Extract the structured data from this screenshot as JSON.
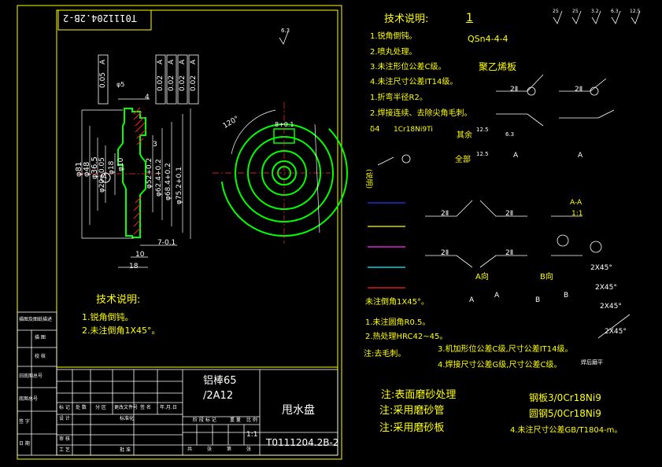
{
  "drawing": {
    "border_code": "T0111204.2B-2",
    "part_name": "甩水盘",
    "material_line1": "铝棒65",
    "material_line2": "/2A12",
    "drawing_number": "T0111204.2B-2",
    "scale": "1:1",
    "surface_symbol": "6.3"
  },
  "main_notes": {
    "title": "技术说明:",
    "items": [
      "1.锐角倒钝。",
      "2.未注倒角1X45°。"
    ]
  },
  "dimensions": {
    "phi81": "φ81",
    "phi48": "φ48",
    "phi36_5": "φ36.5",
    "phi20": "φ20+0.05",
    "phi18": "φ18",
    "phi10": "φ10",
    "phi52": "φ52+0.2",
    "phi62": "φ62.4+0.2",
    "phi68": "φ68.4+0.2",
    "phi75": "φ75.2+0.1",
    "d4": "4",
    "d7": "7-0.1",
    "d10": "10",
    "d18": "18",
    "d3": "3",
    "d8": "8+0.1",
    "angle": "120°",
    "gdt_flat": "0.05",
    "gdt_datum": "A",
    "gdt_tol": "0.02",
    "datum_circle": "A",
    "phi5": "φ5"
  },
  "title_block": {
    "left_labels": [
      "描图及图纸描述",
      "描 图",
      "校 核",
      "旧底图总号",
      "底图总号",
      "签 字",
      "日 期"
    ],
    "rev_labels": [
      "标 记",
      "处 数",
      "分 区",
      "更改文件号",
      "签 名",
      "年.月.日"
    ],
    "sign_labels": [
      "设 计",
      "审 核",
      "工 艺",
      "标准化",
      "批 准"
    ],
    "stage_labels": [
      "阶 段 标 记",
      "重 量",
      "比 例"
    ],
    "sheet_labels": [
      "共",
      "张",
      "第",
      "张"
    ]
  },
  "legend": {
    "title": "技术说明:",
    "title_num": "1",
    "items": [
      "1.锐角倒钝。",
      "2.喷丸处理。",
      "3.未注形位公差C级。",
      "4.未注尺寸公差IT14级。",
      "1.折弯半径R2。",
      "2.焊接连续、去除尖角毛刺。"
    ],
    "material": "QSn4-4-4",
    "plate": "聚乙烯板",
    "delta": "δ4",
    "steel": "1Cr18Ni9Ti",
    "rest": "其余",
    "all": "全部",
    "r125": "12.5",
    "r63": "6.3",
    "side_label": "(说明)",
    "chamfer_note": "未注倒角1X45°。",
    "notes2": [
      "1.未注圆角R0.5。",
      "2.热处理HRC42~45。"
    ],
    "deburr": "注:去毛刺。",
    "notes3": [
      "3.机加形位公差C级,尺寸公差IT14级。",
      "4.焊接尺寸公差G级,尺寸公差C级。"
    ],
    "view_a": "A向",
    "view_b": "B向",
    "section": "A-A",
    "section_scale": "1:1",
    "ch1": "2X45°",
    "ch2": "2X45°",
    "ch3": "2X45°",
    "ch4": "2X45°",
    "weld_label": "焊后磨平",
    "a": "A",
    "b": "B",
    "ii": "2Ⅱ",
    "r_vals": [
      "25",
      "25",
      "3.2",
      "6.3",
      "12.5"
    ]
  },
  "bottom_notes": {
    "n1": "注:表面磨砂处理",
    "n2": "注:采用磨砂管",
    "n3": "注:采用磨砂板",
    "steel_plate": "钢板3/0Cr18Ni9",
    "round_bar": "圆钢5/0Cr18Ni9",
    "tol_note": "4.未注尺寸公差GB/T1804-m。"
  }
}
